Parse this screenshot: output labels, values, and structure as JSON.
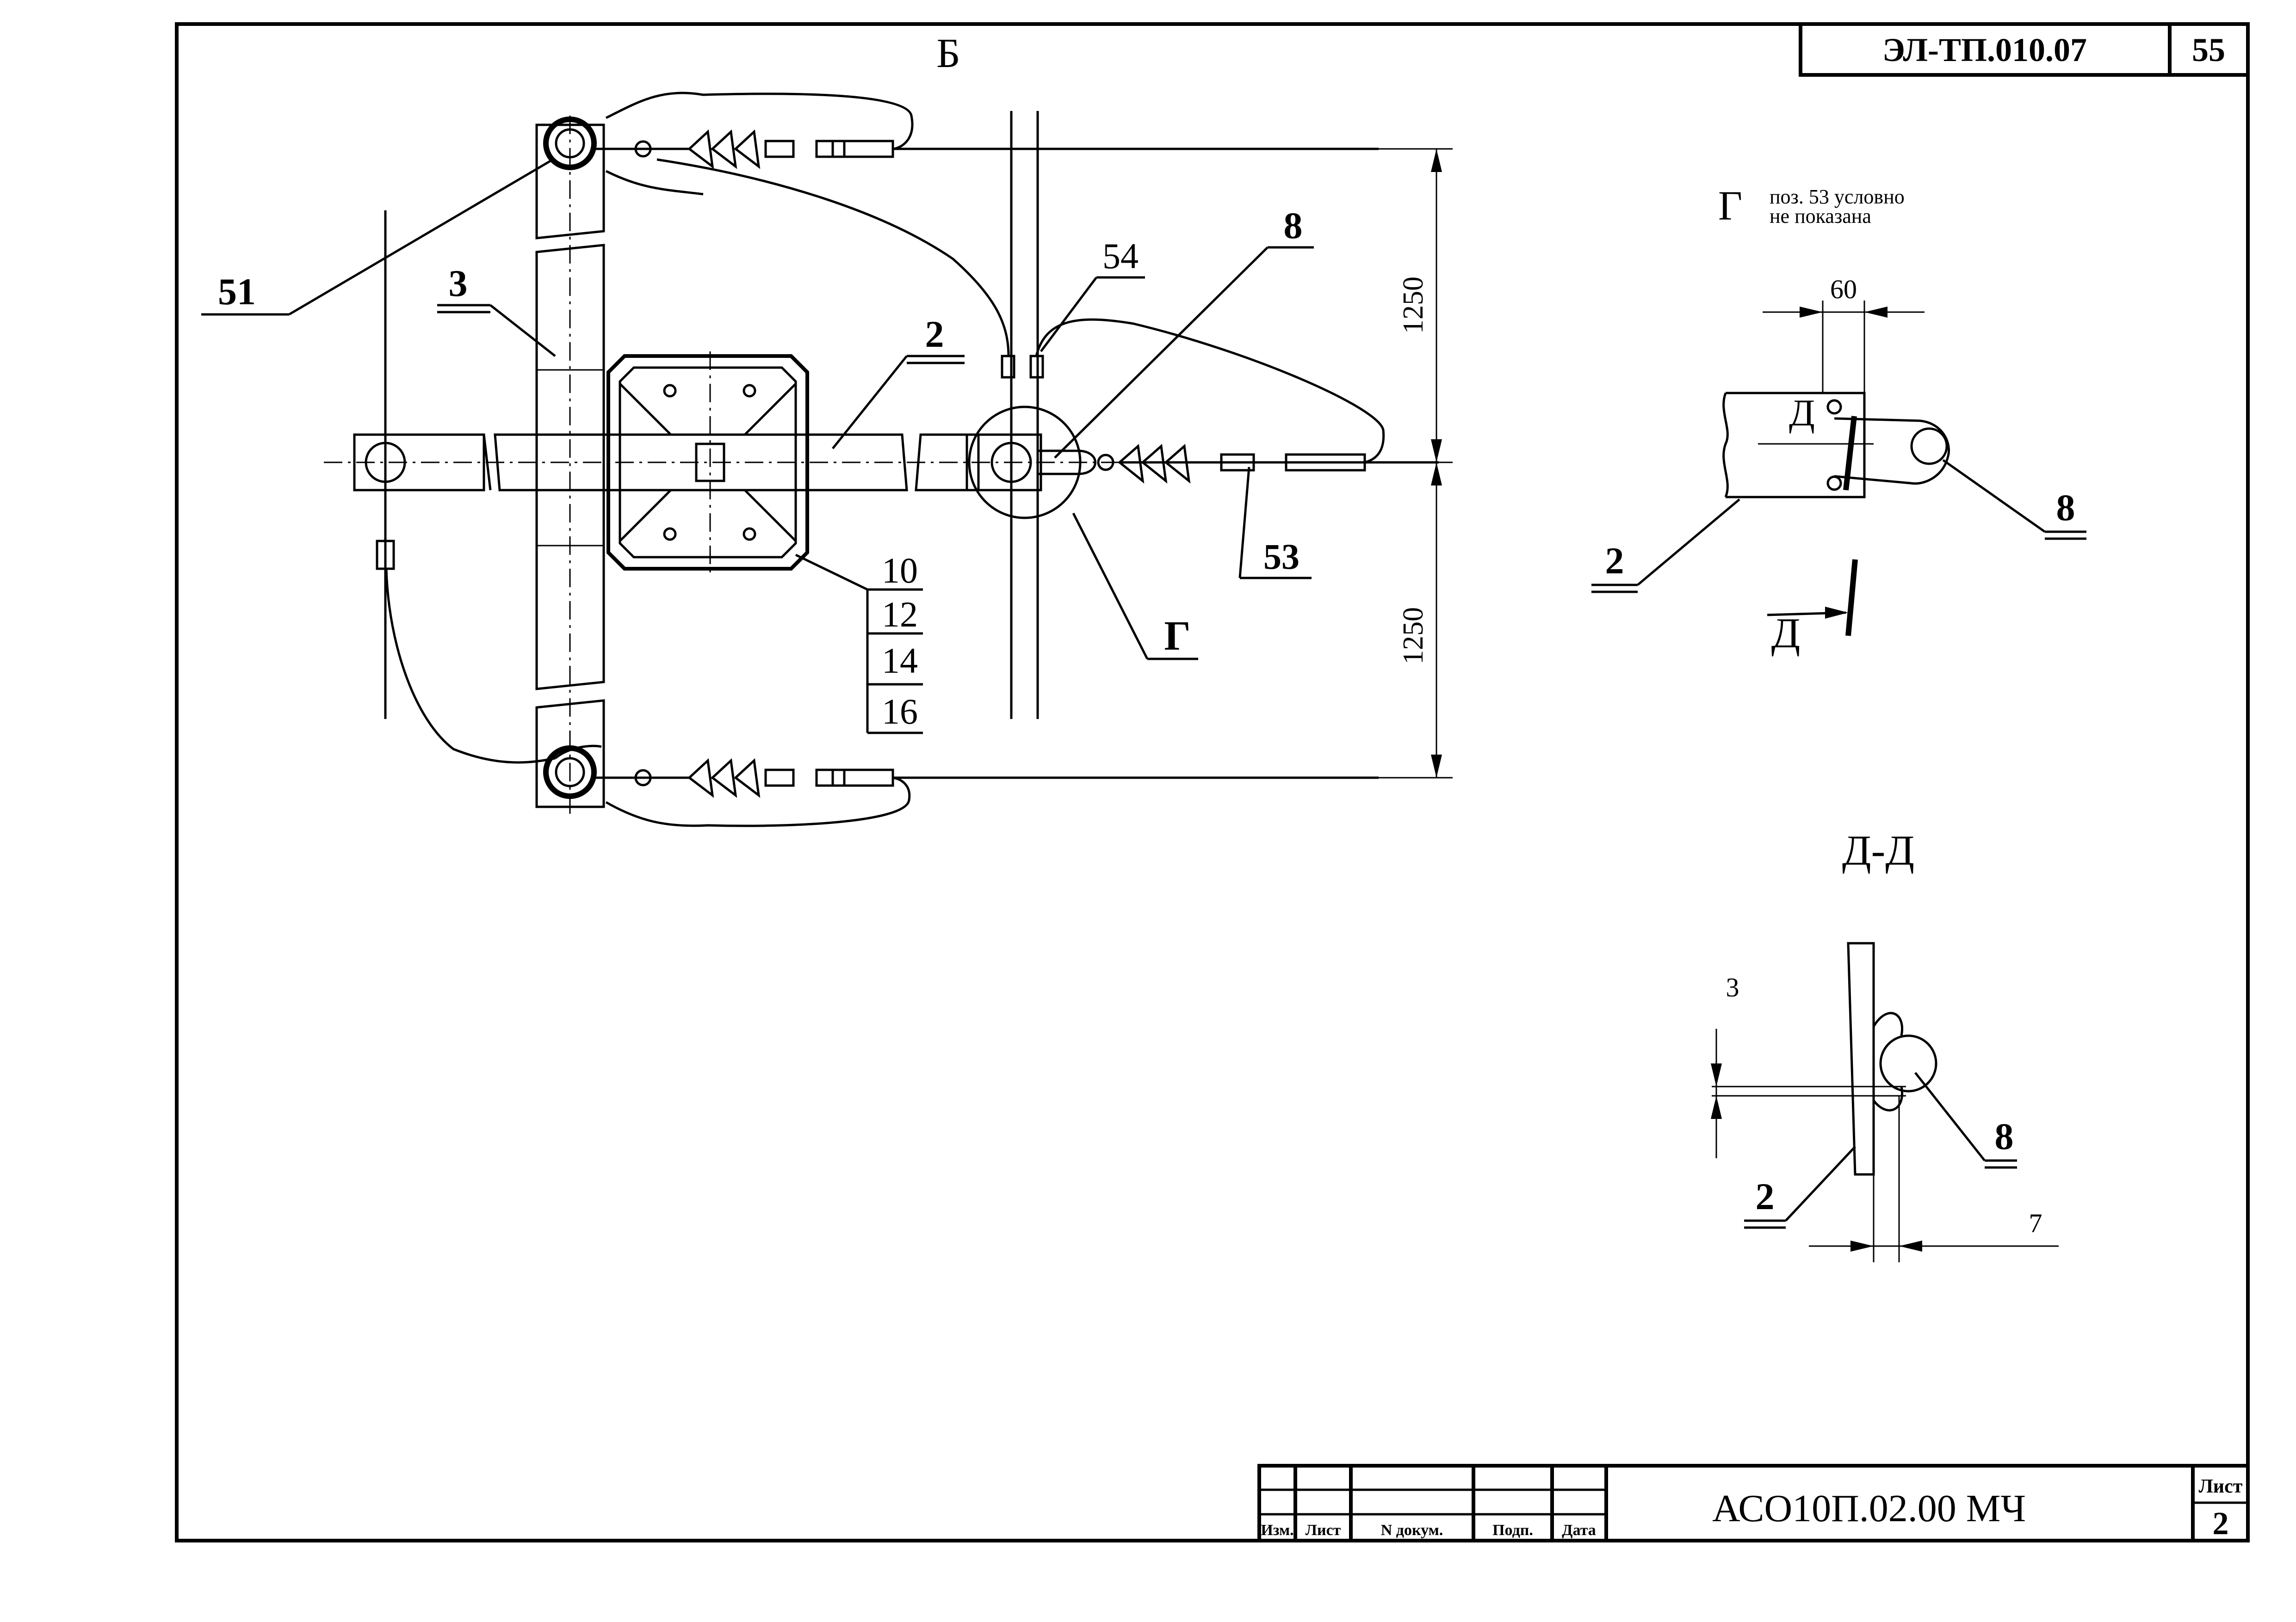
{
  "header": {
    "doc_code": "ЭЛ-ТП.010.07",
    "page_number": "55"
  },
  "view_b": {
    "title": "Б",
    "callouts": {
      "p51": "51",
      "p3": "3",
      "p2": "2",
      "p54": "54",
      "p8": "8",
      "p53": "53",
      "stack": [
        "10",
        "12",
        "14",
        "16"
      ],
      "g_ref": "Г"
    },
    "dimensions": {
      "upper": "1250",
      "lower": "1250"
    }
  },
  "view_g": {
    "letter": "Г",
    "note_line1": "поз. 53 условно",
    "note_line2": "не показана",
    "dim_60": "60",
    "label_d_top": "Д",
    "label_d_bottom": "Д",
    "callout_8": "8",
    "callout_2": "2"
  },
  "section_dd": {
    "title": "Д-Д",
    "dim_3": "3",
    "dim_7": "7",
    "callout_8": "8",
    "callout_2": "2"
  },
  "title_block": {
    "columns": [
      "Изм.",
      "Лист",
      "N докум.",
      "Подп.",
      "Дата"
    ],
    "designation": "АСО10П.02.00 МЧ",
    "sheet_label": "Лист",
    "sheet_number": "2"
  }
}
